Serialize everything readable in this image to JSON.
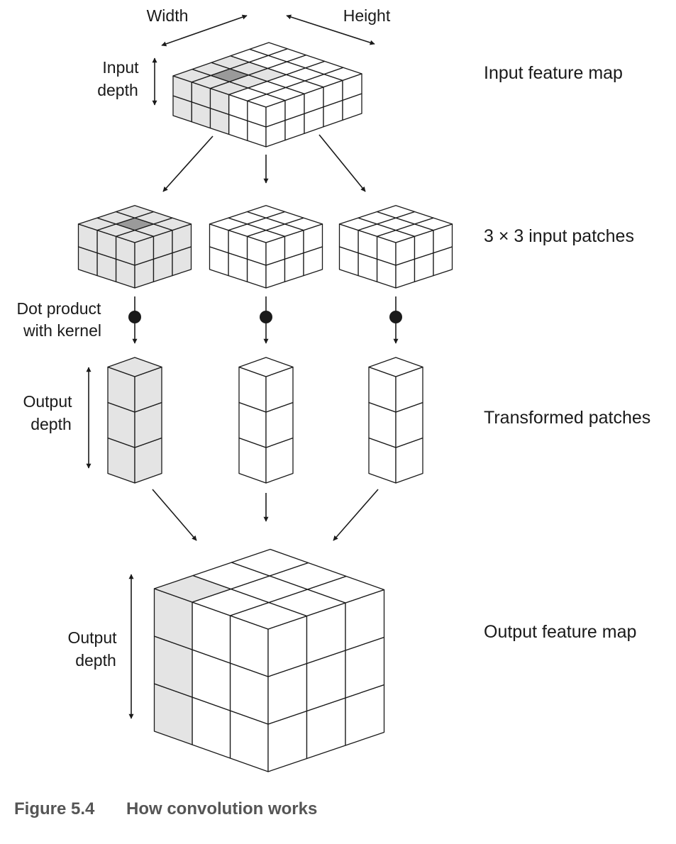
{
  "labels": {
    "width": "Width",
    "height": "Height",
    "input_depth": [
      "Input",
      "depth"
    ],
    "dot_product": [
      "Dot product",
      "with kernel"
    ],
    "output_depth_patch": [
      "Output",
      "depth"
    ],
    "output_depth_map": [
      "Output",
      "depth"
    ]
  },
  "stages": {
    "input_feature_map": "Input feature map",
    "input_patches": "3 × 3 input patches",
    "transformed_patches": "Transformed patches",
    "output_feature_map": "Output feature map"
  },
  "caption": {
    "number": "Figure 5.4",
    "title": "How convolution works"
  },
  "colors": {
    "shaded": "#e4e4e4",
    "dark_cell": "#9a9a9a",
    "line": "#1a1a1a",
    "caption": "#555555"
  }
}
